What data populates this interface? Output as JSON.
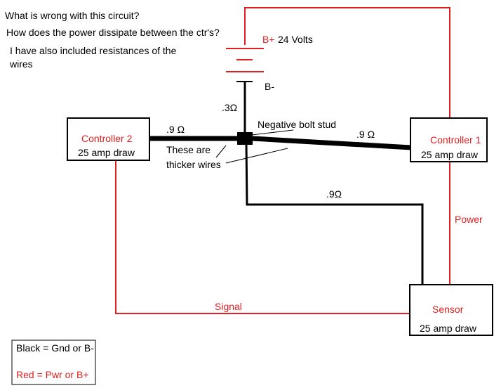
{
  "questions": {
    "line1": "What is wrong with this circuit?",
    "line2": "How does the power dissipate between the ctr's?",
    "line3": "I have also included resistances of the",
    "line4": "wires"
  },
  "battery": {
    "positive_label": "B+",
    "voltage_label": "24 Volts",
    "negative_label": "B-",
    "resistance": ".3Ω"
  },
  "controller2": {
    "name": "Controller 2",
    "draw": "25 amp draw"
  },
  "controller1": {
    "name": "Controller 1",
    "draw": "25 amp draw"
  },
  "sensor": {
    "name": "Sensor",
    "draw": "25 amp draw"
  },
  "wires": {
    "left_resistance": ".9 Ω",
    "right_resistance": ".9 Ω",
    "sensor_resistance": ".9Ω",
    "bolt_label": "Negative bolt stud",
    "thick_note_line1": "These are",
    "thick_note_line2": "thicker wires",
    "power_label": "Power",
    "signal_label": "Signal"
  },
  "legend": {
    "black": "Black = Gnd or B-",
    "red": "Red = Pwr or B+"
  },
  "colors": {
    "red": "#e02020",
    "black": "#000000"
  }
}
